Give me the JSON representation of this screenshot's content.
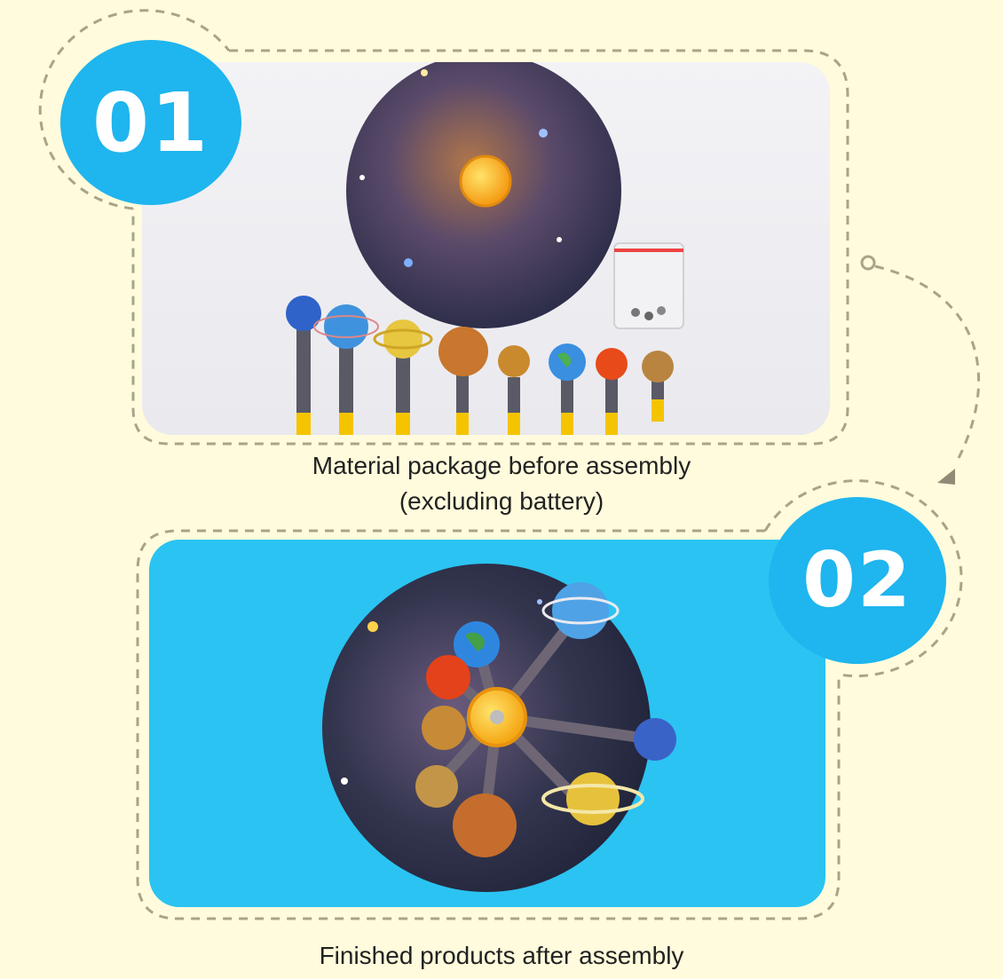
{
  "steps": [
    {
      "number": "01",
      "caption_line1": "Material package before assembly",
      "caption_line2": "(excluding battery)",
      "panel_color": "#eeeef2"
    },
    {
      "number": "02",
      "caption_line1": "Finished products after assembly",
      "panel_color": "#2bc3f2"
    }
  ],
  "colors": {
    "background": "#fffbdc",
    "badge": "#1fb5ef",
    "dashed_frame": "#a8a48a",
    "disc": "#2a2a40"
  }
}
